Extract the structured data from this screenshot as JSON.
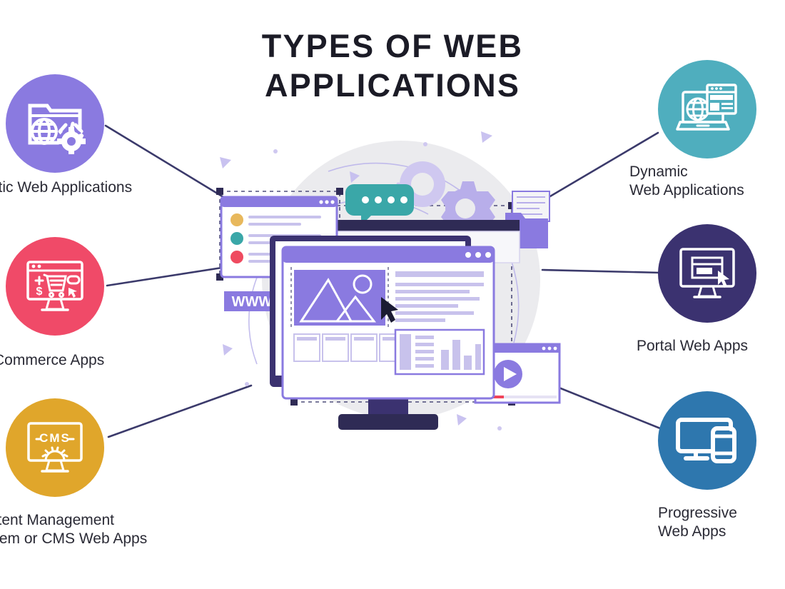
{
  "title": {
    "line1": "TYPES OF WEB",
    "line2": "APPLICATIONS",
    "color": "#1b1b26"
  },
  "palette": {
    "purple": "#8a7ae0",
    "coral": "#f04a68",
    "amber": "#e0a62b",
    "teal": "#4faebe",
    "indigo": "#3b3270",
    "steel": "#2e77ae",
    "line": "#3b3a6b",
    "backdrop": "#ebebee",
    "accent_purple": "#7b6fd4",
    "dark_navy": "#2f2b55"
  },
  "nodes": [
    {
      "id": "static",
      "side": "left",
      "label_line1": "Static Web Applications",
      "label_line2": "",
      "color": "#8a7ae0",
      "icon": "browser-globe-code-gear-icon"
    },
    {
      "id": "ecommerce",
      "side": "left",
      "label_line1": "E-Commerce Apps",
      "label_line2": "",
      "color": "#f04a68",
      "icon": "monitor-shopping-cart-icon"
    },
    {
      "id": "cms",
      "side": "left",
      "label_line1": "Content Management",
      "label_line2": "System or CMS Web Apps",
      "color": "#e0a62b",
      "icon": "monitor-cms-gear-icon"
    },
    {
      "id": "dynamic",
      "side": "right",
      "label_line1": "Dynamic",
      "label_line2": "Web Applications",
      "color": "#4faebe",
      "icon": "laptop-globe-browser-icon"
    },
    {
      "id": "portal",
      "side": "right",
      "label_line1": "Portal Web Apps",
      "label_line2": "",
      "color": "#3b3270",
      "icon": "monitor-login-cursor-icon"
    },
    {
      "id": "progressive",
      "side": "right",
      "label_line1": "Progressive",
      "label_line2": "Web Apps",
      "color": "#2e77ae",
      "icon": "monitor-mobile-devices-icon"
    }
  ],
  "center": {
    "www_tag": "WWW",
    "elements": [
      "backdrop-circle",
      "list-window",
      "desktop-monitor",
      "webpage-mockup",
      "chat-bubble",
      "gears",
      "folder",
      "document",
      "video-player",
      "cursor-arrow"
    ],
    "list_dots": [
      "#e8b85c",
      "#3aa7a8",
      "#ef4b60"
    ]
  }
}
